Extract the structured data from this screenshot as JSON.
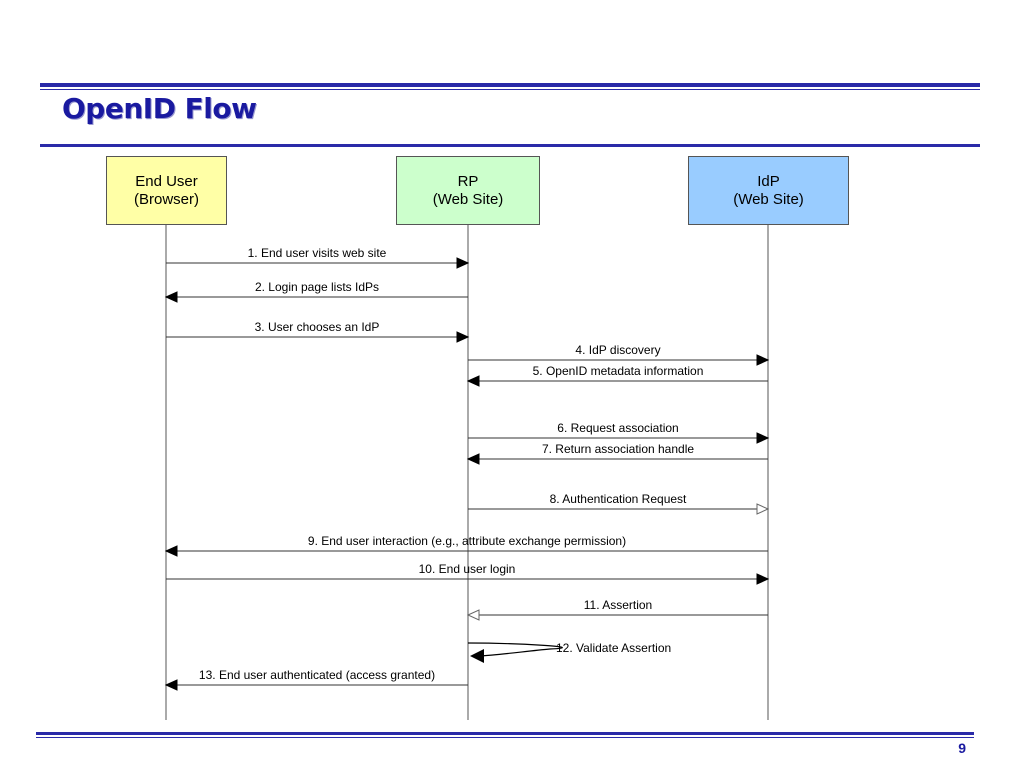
{
  "slide": {
    "title": "OpenID Flow",
    "page_number": "9"
  },
  "participants": [
    {
      "id": "user",
      "line1": "End User",
      "line2": "(Browser)",
      "color": "#ffffa6"
    },
    {
      "id": "rp",
      "line1": "RP",
      "line2": "(Web Site)",
      "color": "#ccffcc"
    },
    {
      "id": "idp",
      "line1": "IdP",
      "line2": "(Web Site)",
      "color": "#99ccff"
    }
  ],
  "messages": [
    {
      "label": "1. End user visits web site",
      "from": "user",
      "to": "rp",
      "arrow": "filled"
    },
    {
      "label": "2. Login page lists IdPs",
      "from": "rp",
      "to": "user",
      "arrow": "filled"
    },
    {
      "label": "3. User chooses an IdP",
      "from": "user",
      "to": "rp",
      "arrow": "filled"
    },
    {
      "label": "4. IdP discovery",
      "from": "rp",
      "to": "idp",
      "arrow": "filled"
    },
    {
      "label": "5. OpenID metadata information",
      "from": "idp",
      "to": "rp",
      "arrow": "filled"
    },
    {
      "label": "6. Request association",
      "from": "rp",
      "to": "idp",
      "arrow": "filled"
    },
    {
      "label": "7. Return association handle",
      "from": "idp",
      "to": "rp",
      "arrow": "filled"
    },
    {
      "label": "8. Authentication Request",
      "from": "rp",
      "to": "idp",
      "arrow": "open"
    },
    {
      "label": "9. End user interaction (e.g., attribute exchange permission)",
      "from": "idp",
      "to": "user",
      "arrow": "filled"
    },
    {
      "label": "10. End user login",
      "from": "user",
      "to": "idp",
      "arrow": "filled"
    },
    {
      "label": "11. Assertion",
      "from": "idp",
      "to": "rp",
      "arrow": "open"
    },
    {
      "label": "12. Validate Assertion",
      "from": "rp",
      "to": "rp",
      "arrow": "filled"
    },
    {
      "label": "13. End user authenticated (access granted)",
      "from": "rp",
      "to": "user",
      "arrow": "filled"
    }
  ]
}
